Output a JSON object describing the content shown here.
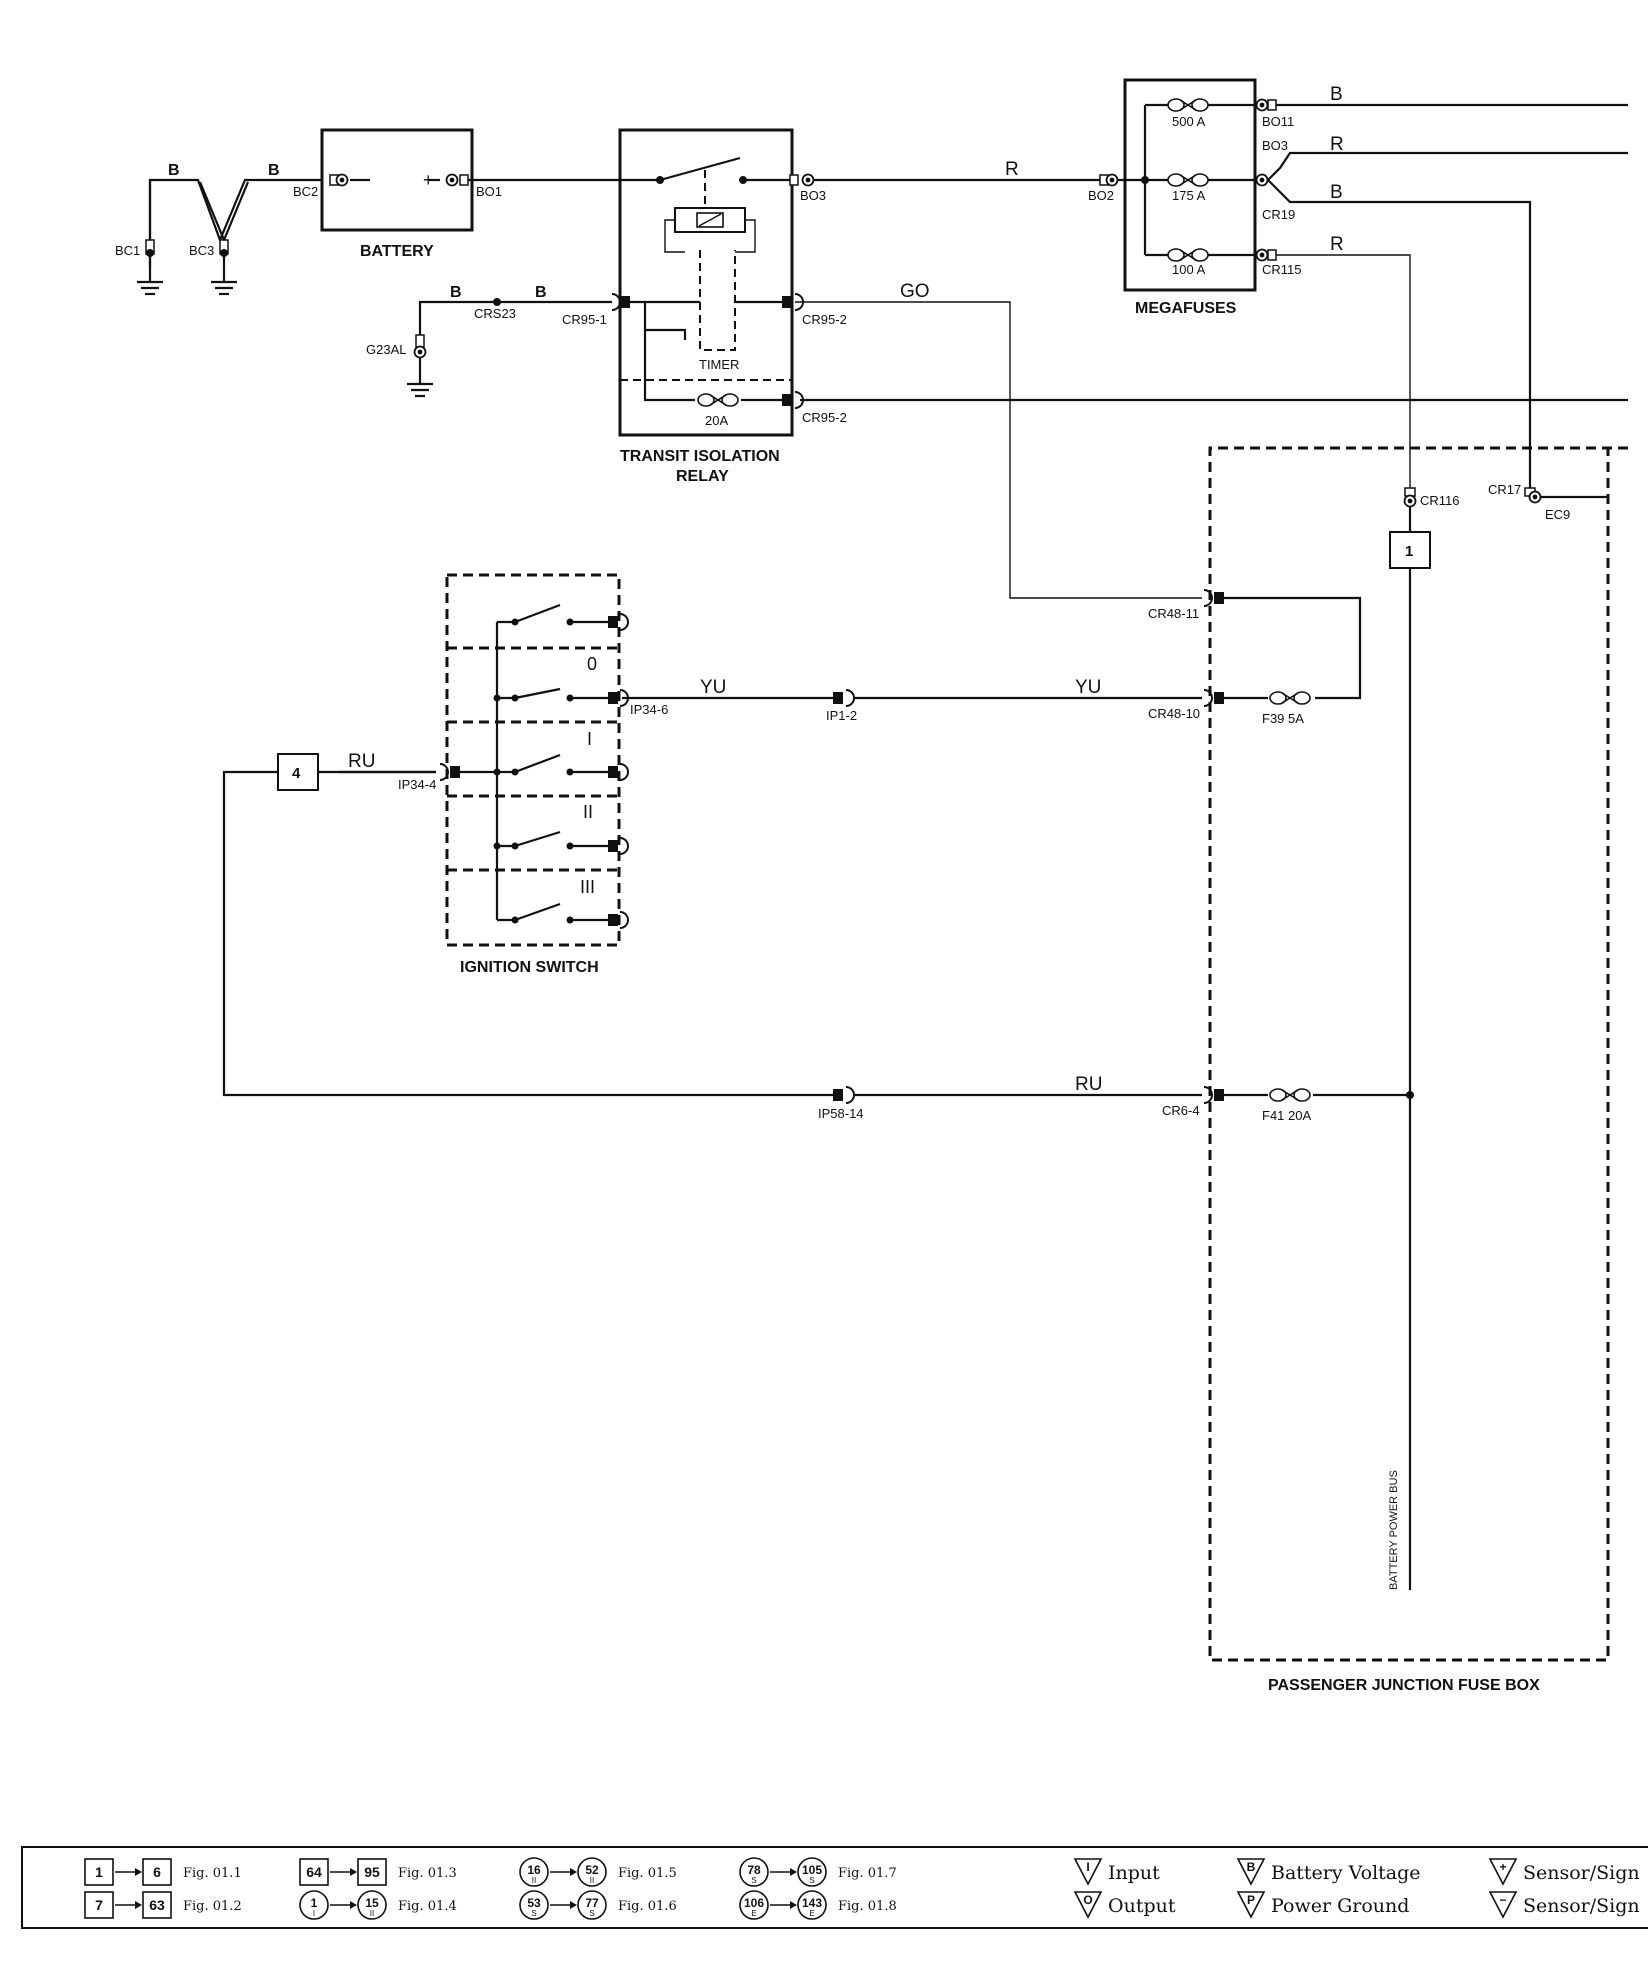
{
  "components": {
    "battery": "BATTERY",
    "relay_line1": "TRANSIT ISOLATION",
    "relay_line2": "RELAY",
    "megafuses": "MEGAFUSES",
    "ignition_switch": "IGNITION SWITCH",
    "junction_box": "PASSENGER JUNCTION FUSE BOX",
    "timer": "TIMER",
    "power_bus": "BATTERY POWER BUS"
  },
  "connectors": {
    "bc1": "BC1",
    "bc3": "BC3",
    "bc2": "BC2",
    "bo1": "BO1",
    "bo3a": "BO3",
    "bo2": "BO2",
    "bo11": "BO11",
    "bo3b": "BO3",
    "cr19": "CR19",
    "cr115": "CR115",
    "crs23": "CRS23",
    "g23al": "G23AL",
    "cr95_1": "CR95-1",
    "cr95_2a": "CR95-2",
    "cr95_2b": "CR95-2",
    "cr116": "CR116",
    "cr17": "CR17",
    "ec9": "EC9",
    "cr48_11": "CR48-11",
    "cr48_10": "CR48-10",
    "ip34_6": "IP34-6",
    "ip1_2": "IP1-2",
    "ip34_4": "IP34-4",
    "ip58_14": "IP58-14",
    "cr6_4": "CR6-4"
  },
  "fuses": {
    "mf1": "500 A",
    "mf2": "175 A",
    "mf3": "100 A",
    "relay_fuse": "20A",
    "f39": "F39 5A",
    "f41": "F41 20A"
  },
  "wires": {
    "w1": "B",
    "w2": "B",
    "w3": "R",
    "w4": "B",
    "w5": "R",
    "w6": "B",
    "w7": "R",
    "w8": "B",
    "w9": "B",
    "w10": "GO",
    "w11": "YU",
    "w12": "YU",
    "w13": "RU",
    "w14": "RU"
  },
  "switch_positions": [
    "0",
    "I",
    "II",
    "III"
  ],
  "polarity": {
    "minus": "−",
    "plus": "+"
  },
  "refs": {
    "box1": "1",
    "box4": "4"
  },
  "legend": {
    "pairs": [
      {
        "from": "1",
        "to": "6",
        "fig": "Fig. 01.1",
        "shape": "box"
      },
      {
        "from": "7",
        "to": "63",
        "fig": "Fig. 01.2",
        "shape": "box"
      },
      {
        "from": "64",
        "to": "95",
        "fig": "Fig. 01.3",
        "shape": "box"
      },
      {
        "from": "1",
        "to": "15",
        "fig": "Fig. 01.4",
        "shape": "circle",
        "tag_from": "I",
        "tag_to": "II"
      },
      {
        "from": "16",
        "to": "52",
        "fig": "Fig. 01.5",
        "shape": "circle",
        "tag_from": "II",
        "tag_to": "II"
      },
      {
        "from": "53",
        "to": "77",
        "fig": "Fig. 01.6",
        "shape": "circle",
        "tag_from": "S",
        "tag_to": "S"
      },
      {
        "from": "78",
        "to": "105",
        "fig": "Fig. 01.7",
        "shape": "circle",
        "tag_from": "S",
        "tag_to": "S"
      },
      {
        "from": "106",
        "to": "143",
        "fig": "Fig. 01.8",
        "shape": "circle",
        "tag_from": "E",
        "tag_to": "E"
      }
    ],
    "symbols": [
      {
        "mark": "I",
        "label": "Input"
      },
      {
        "mark": "O",
        "label": "Output"
      },
      {
        "mark": "B",
        "label": "Battery Voltage"
      },
      {
        "mark": "P",
        "label": "Power Ground"
      },
      {
        "mark": "+",
        "label": "Sensor/Sign"
      },
      {
        "mark": "−",
        "label": "Sensor/Sign"
      }
    ]
  }
}
